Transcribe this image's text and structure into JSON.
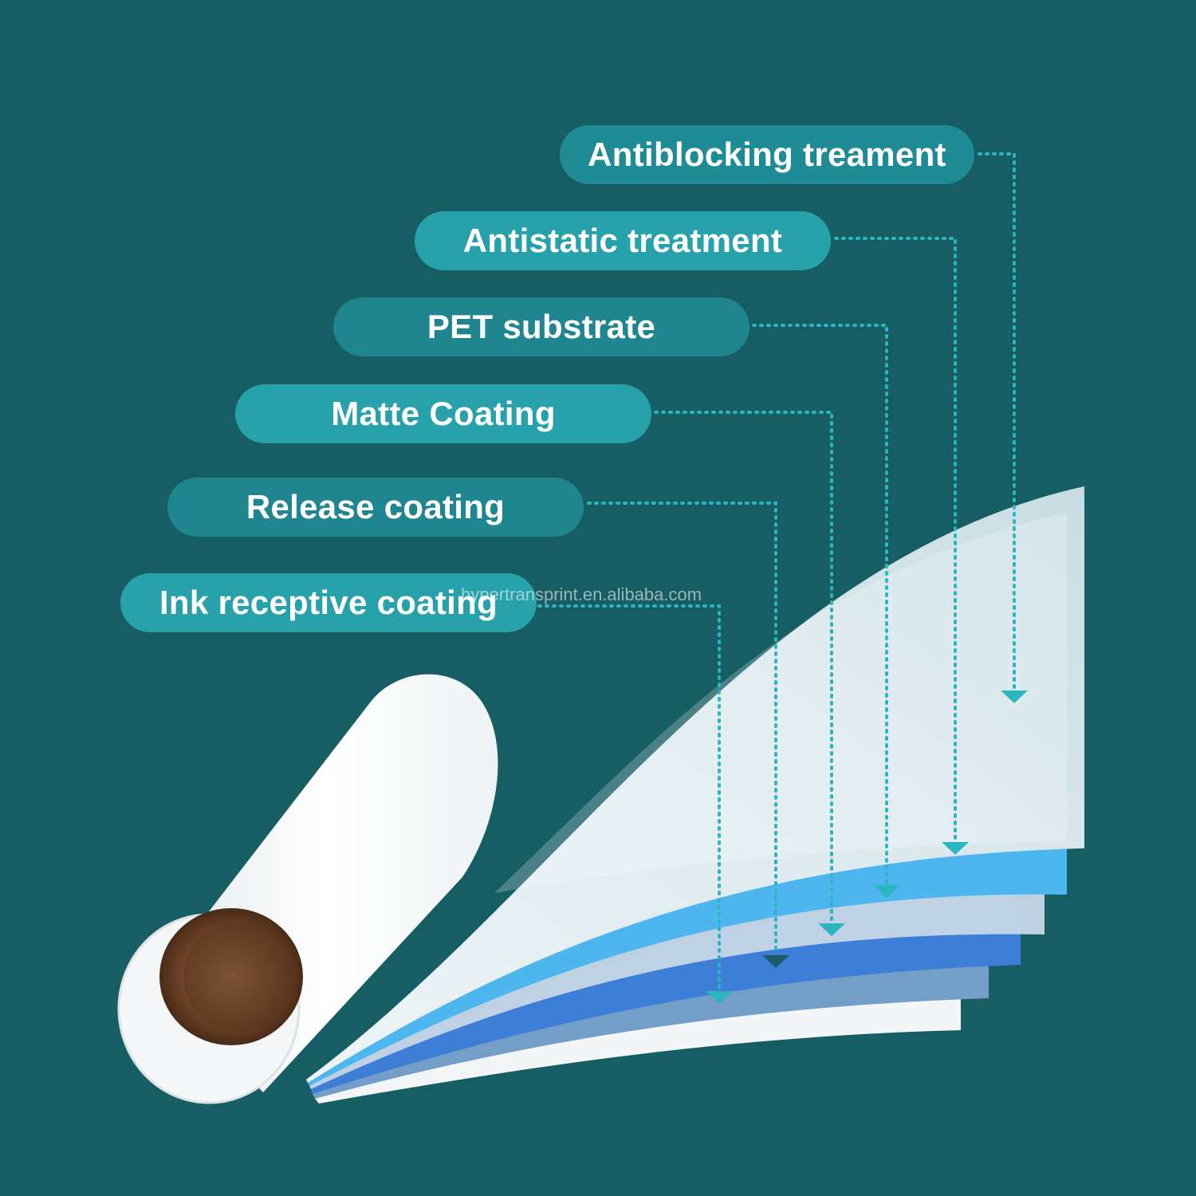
{
  "labels": [
    "Antiblocking treament",
    "Antistatic treatment",
    "PET substrate",
    "Matte Coating",
    "Release coating",
    "Ink receptive coating"
  ],
  "watermark": "hypertransprint.en.alibaba.com",
  "colors": {
    "background": "#175e64",
    "pill_light": "#27a1aa",
    "pill_dark": "#1f8690",
    "connector": "#2bb5bf",
    "layer_blue_light": "#4fb9f0",
    "layer_blue_dark": "#2468c8"
  },
  "icons": [
    "film-roll-illustration",
    "arrow-down-icon"
  ]
}
